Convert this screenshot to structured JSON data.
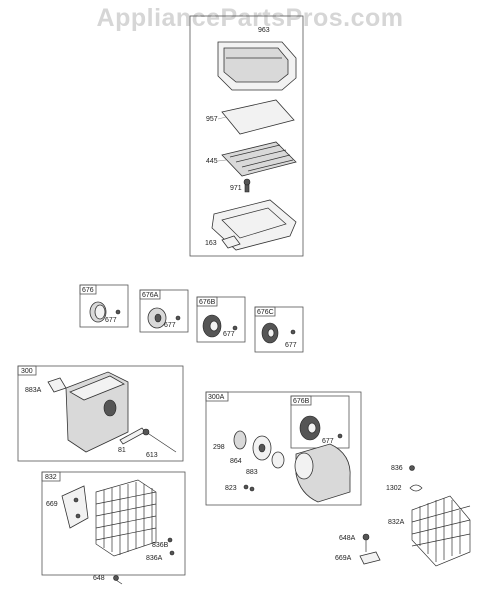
{
  "watermark": "AppliancePartsPros.com",
  "groups": {
    "air_cleaner": {
      "labels": [
        "963",
        "957",
        "445",
        "971",
        "163"
      ]
    },
    "g676": {
      "box_label": "676",
      "labels": [
        "677"
      ]
    },
    "g676a": {
      "box_label": "676A",
      "labels": [
        "677"
      ]
    },
    "g676b": {
      "box_label": "676B",
      "labels": [
        "677"
      ]
    },
    "g676c": {
      "box_label": "676C",
      "labels": [
        "677"
      ]
    },
    "g300": {
      "box_label": "300",
      "labels": [
        "883A",
        "81",
        "613"
      ]
    },
    "g300a": {
      "box_label": "300A",
      "labels": [
        "298",
        "864",
        "883",
        "823"
      ],
      "inner": {
        "box_label": "676B",
        "labels": [
          "677"
        ]
      }
    },
    "g832": {
      "box_label": "832",
      "labels": [
        "669",
        "836B",
        "836A"
      ]
    },
    "loose": {
      "labels": [
        "836",
        "1302",
        "832A",
        "648A",
        "669A",
        "648"
      ]
    }
  }
}
